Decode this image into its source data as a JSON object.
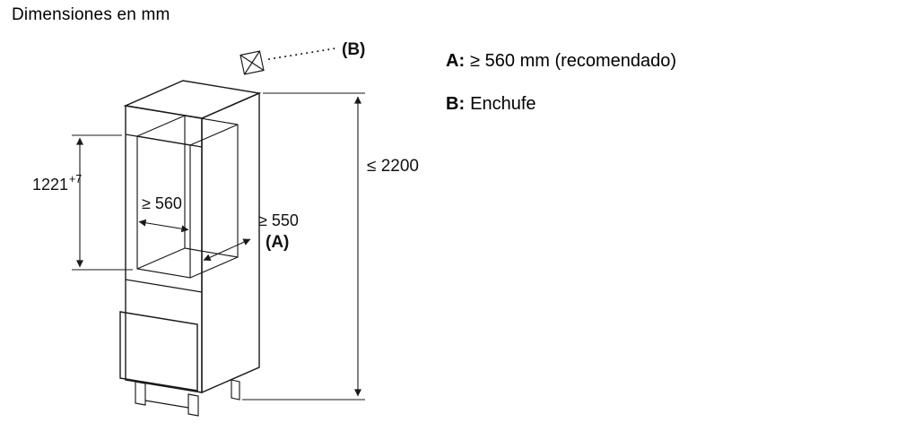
{
  "title": "Dimensiones en mm",
  "legend": {
    "items": [
      {
        "key": "A:",
        "text": "≥ 560 mm (recomendado)"
      },
      {
        "key": "B:",
        "text": "Enchufe"
      }
    ]
  },
  "dimensions": {
    "niche_height": {
      "value": "1221",
      "sup": "+7"
    },
    "niche_width": "≥ 560",
    "niche_depth": "≥ 550",
    "depth_ref": "(A)",
    "overall_height": "≤ 2200",
    "socket_ref": "(B)"
  },
  "icons": {
    "socket": "⊠"
  },
  "colors": {
    "line": "#1a1a1a",
    "background": "#ffffff"
  }
}
